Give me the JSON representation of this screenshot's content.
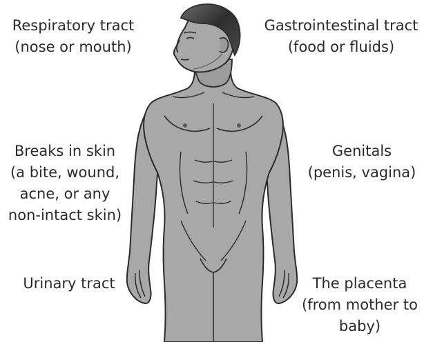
{
  "labels": {
    "respiratory": [
      "Respiratory tract",
      "(nose or mouth)"
    ],
    "gastrointestinal": [
      "Gastrointestinal tract",
      "(food or fluids)"
    ],
    "skin": [
      "Breaks in skin",
      "(a bite, wound,",
      "acne, or any",
      "non-intact skin)"
    ],
    "genitals": [
      "Genitals",
      "(penis, vagina)"
    ],
    "urinary": [
      "Urinary tract"
    ],
    "placenta": [
      "The placenta",
      "(from mother to",
      "baby)"
    ]
  },
  "colors": {
    "skin_fill": "#a8a8a8",
    "skin_shadow": "#8c8c8c",
    "outline": "#2b2b2b",
    "hair": "#3a3a3a",
    "text": "#2a2a2a"
  },
  "icons": {
    "figure": "human-body-icon"
  }
}
